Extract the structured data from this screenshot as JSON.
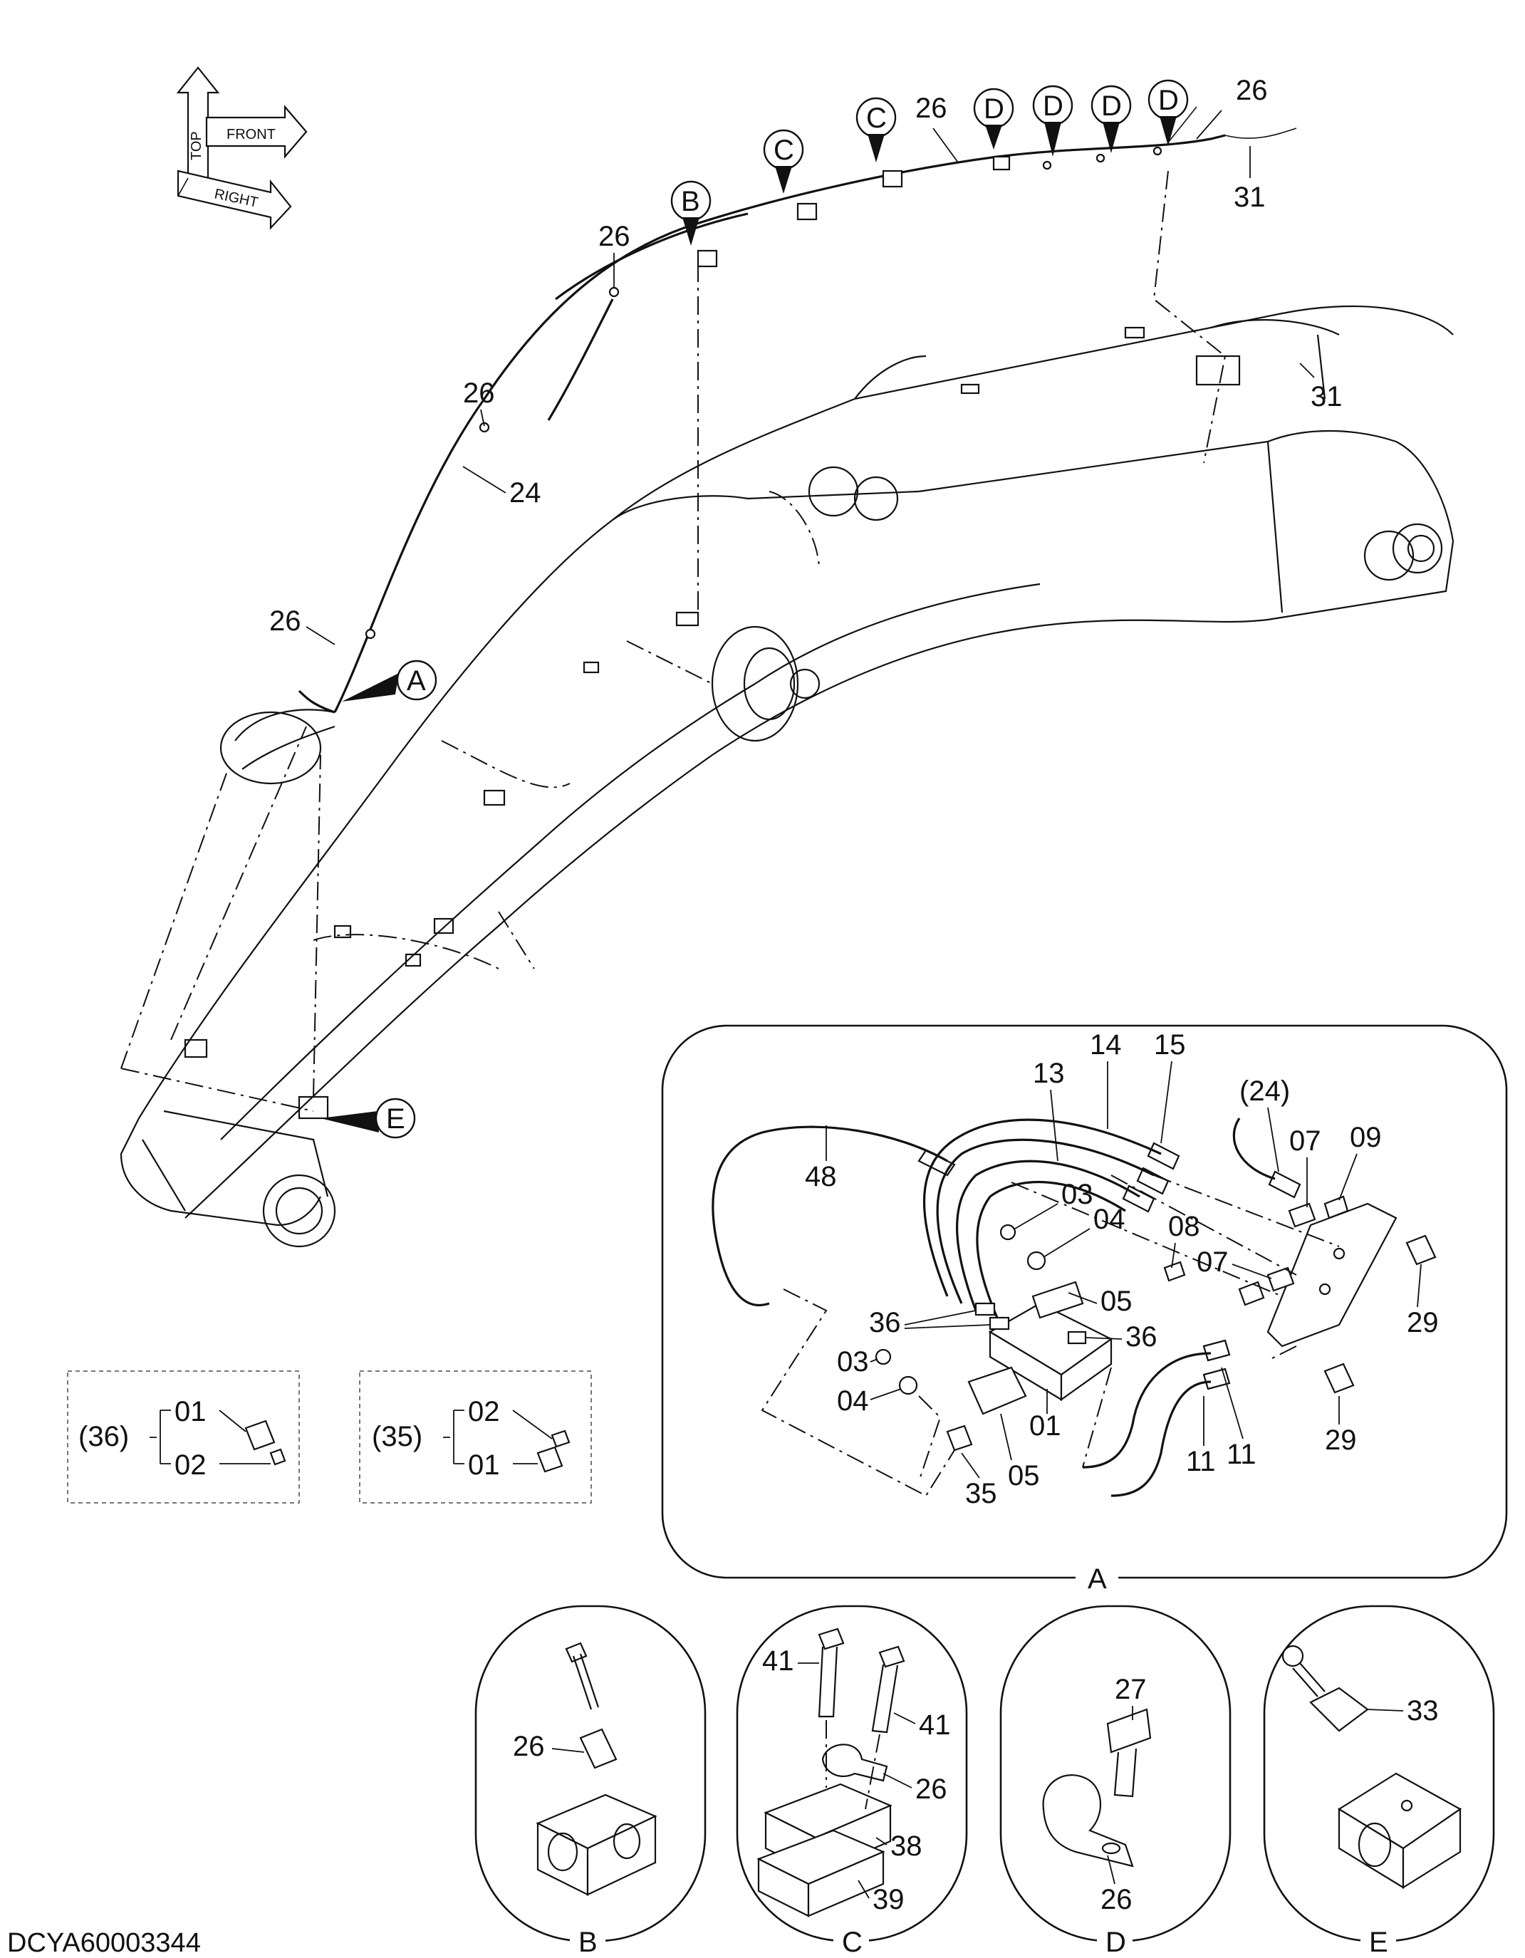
{
  "diagram_code": "DCYA60003344",
  "orientation": {
    "top": "TOP",
    "front": "FRONT",
    "right": "RIGHT"
  },
  "callouts": {
    "a": "A",
    "b": "B",
    "c": "C",
    "d": "D",
    "e": "E"
  },
  "boom_labels": {
    "l26_a": "26",
    "l26_b": "26",
    "l26_c": "26",
    "l26_d": "26",
    "l26_e": "26",
    "l24": "24",
    "l31_a": "31",
    "l31_b": "31"
  },
  "detail_a": {
    "caption": "A",
    "labels": {
      "p48": "48",
      "p13": "13",
      "p14": "14",
      "p15": "15",
      "p24": "(24)",
      "p07a": "07",
      "p09": "09",
      "p03a": "03",
      "p04a": "04",
      "p08": "08",
      "p05a": "05",
      "p07b": "07",
      "p29a": "29",
      "p36": "36",
      "p36b": "36",
      "p03b": "03",
      "p04b": "04",
      "p01": "01",
      "p11a": "11",
      "p11b": "11",
      "p29b": "29",
      "p35": "35",
      "p05b": "05"
    }
  },
  "kit_36": {
    "ref": "(36)",
    "item1": "01",
    "item2": "02"
  },
  "kit_35": {
    "ref": "(35)",
    "item1": "02",
    "item2": "01"
  },
  "detail_b": {
    "caption": "B",
    "l26": "26"
  },
  "detail_c": {
    "caption": "C",
    "l41a": "41",
    "l41b": "41",
    "l26": "26",
    "l38": "38",
    "l39": "39"
  },
  "detail_d": {
    "caption": "D",
    "l27": "27",
    "l26": "26"
  },
  "detail_e": {
    "caption": "E",
    "l33": "33"
  }
}
